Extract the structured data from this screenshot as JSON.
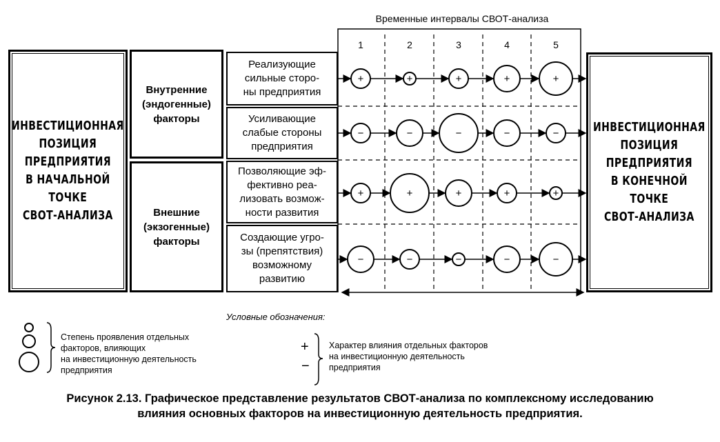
{
  "title": "Временные интервалы СВОТ-анализа",
  "intervals": [
    "1",
    "2",
    "3",
    "4",
    "5"
  ],
  "left_box": "ИНВЕСТИЦИОННАЯ\nПОЗИЦИЯ\nПРЕДПРИЯТИЯ\nВ НАЧАЛЬНОЙ\nТОЧКЕ\nСВОТ-АНАЛИЗА",
  "right_box": "ИНВЕСТИЦИОННАЯ\nПОЗИЦИЯ\nПРЕДПРИЯТИЯ\nВ КОНЕЧНОЙ\nТОЧКЕ\nСВОТ-АНАЛИЗА",
  "groups": [
    {
      "label": "Внутренние\n(эндогенные)\nфакторы"
    },
    {
      "label": "Внешние\n(экзогенные)\nфакторы"
    }
  ],
  "factors": [
    {
      "label": "Реализующие\nсильные сторо-\nны предприятия",
      "sign": "+",
      "sizes": [
        "medium",
        "small",
        "medium",
        "large",
        "xlarge"
      ]
    },
    {
      "label": "Усиливающие\nслабые стороны\nпредприятия",
      "sign": "−",
      "sizes": [
        "medium",
        "large",
        "xxlarge",
        "large",
        "medium"
      ]
    },
    {
      "label": "Позволяющие эф-\nфективно реа-\nлизовать возмож-\nности развития",
      "sign": "+",
      "sizes": [
        "medium",
        "xxlarge",
        "large",
        "medium",
        "small"
      ]
    },
    {
      "label": "Создающие угро-\nзы (препятствия)\nвозможному\nразвитию",
      "sign": "−",
      "sizes": [
        "large",
        "medium",
        "small",
        "large",
        "xlarge"
      ]
    }
  ],
  "legend": {
    "title": "Условные обозначения:",
    "size_text": "Степень проявления отдельных\nфакторов, влияющих\nна инвестиционную деятельность\nпредприятия",
    "sign_plus": "+",
    "sign_minus": "−",
    "sign_text": "Характер влияния отдельных факторов\nна инвестиционную деятельность\nпредприятия"
  },
  "caption": "Рисунок 2.13.  Графическое представление результатов СВОТ-анализа по комплексному исследованию\nвлияния основных факторов на инвестиционную деятельность предприятия."
}
